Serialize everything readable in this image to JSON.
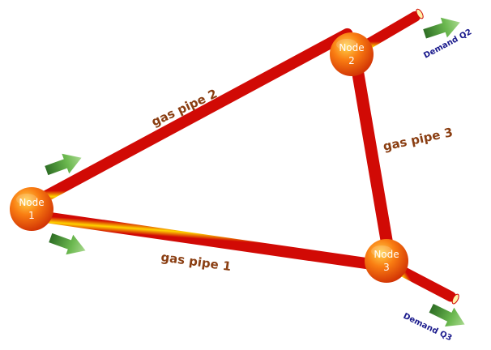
{
  "nodes": [
    {
      "line1": "Node",
      "line2": "1"
    },
    {
      "line1": "Node",
      "line2": "2"
    },
    {
      "line1": "Node",
      "line2": "3"
    }
  ],
  "pipes": [
    {
      "label": "gas pipe 1"
    },
    {
      "label": "gas pipe 2"
    },
    {
      "label": "gas pipe 3"
    }
  ],
  "demands": [
    {
      "label": "Demand Q2"
    },
    {
      "label": "Demand Q3"
    }
  ],
  "colors": {
    "pipe_outer": "#d10a05",
    "pipe_core": "#ffd400",
    "node_fill": "#f25c05",
    "arrow": "#4f9a3c",
    "pipe_label": "#8a3e12",
    "demand_label": "#1a1a8c"
  }
}
